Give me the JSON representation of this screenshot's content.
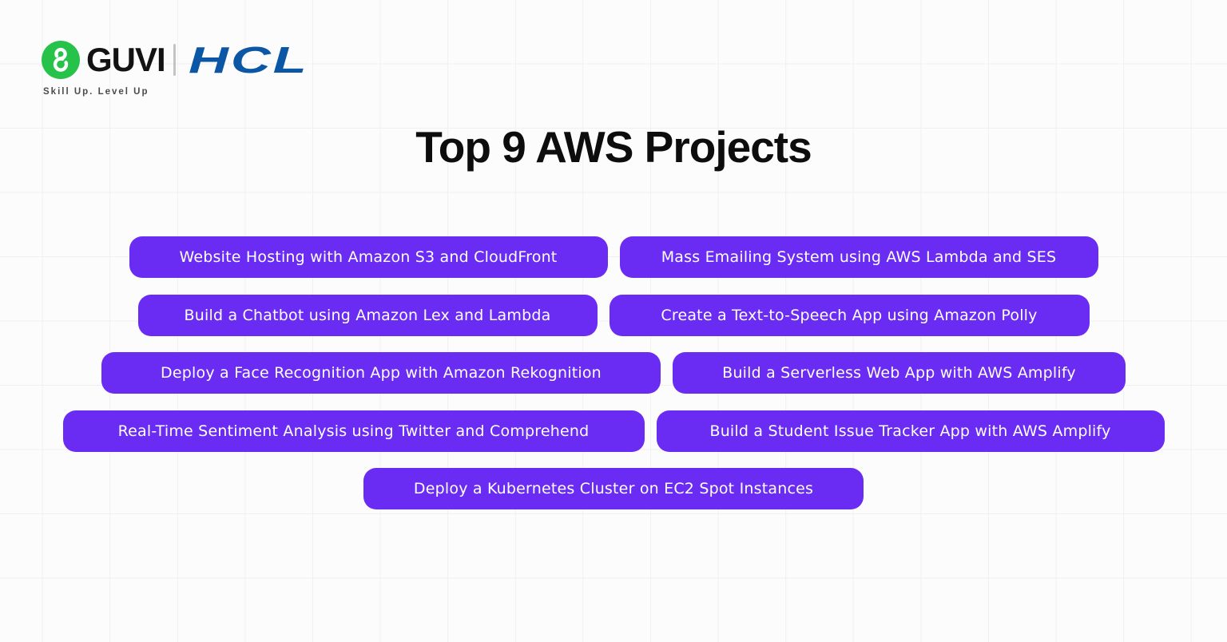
{
  "brand": {
    "name": "GUVI",
    "partner": "HCL",
    "tagline": "Skill Up. Level Up",
    "icon": "guvi-g-icon",
    "guvi_green": "#27c24a",
    "hcl_blue": "#0b57a5"
  },
  "title": "Top 9 AWS Projects",
  "projects": {
    "pill_color": "#6a2bf2",
    "text_color": "#ffffff",
    "items": [
      "Website Hosting with Amazon S3 and CloudFront",
      "Mass Emailing System using AWS Lambda and SES",
      "Build a Chatbot using Amazon Lex and Lambda",
      "Create a Text-to-Speech App using Amazon Polly",
      "Deploy a Face Recognition App with Amazon Rekognition",
      "Build a Serverless Web App with AWS Amplify",
      "Real-Time Sentiment Analysis using Twitter and Comprehend",
      "Build a Student Issue Tracker App with AWS Amplify",
      "Deploy a Kubernetes Cluster on EC2 Spot Instances"
    ]
  }
}
